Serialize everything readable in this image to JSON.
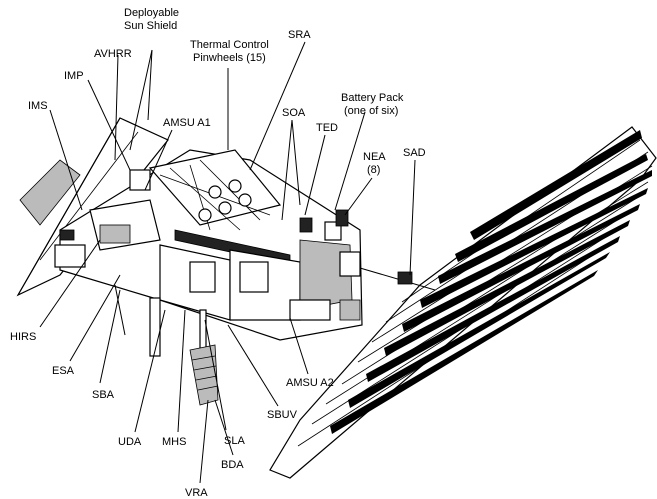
{
  "labels": {
    "deployable_sun_shield_1": "Deployable",
    "deployable_sun_shield_2": "Sun Shield",
    "thermal_control_1": "Thermal Control",
    "thermal_control_2": "Pinwheels (15)",
    "sra": "SRA",
    "avhrr": "AVHRR",
    "imp": "IMP",
    "ims": "IMS",
    "amsu_a1": "AMSU A1",
    "battery_pack_1": "Battery Pack",
    "battery_pack_2": "(one of six)",
    "soa": "SOA",
    "ted": "TED",
    "nea_1": "NEA",
    "nea_2": "(8)",
    "sad": "SAD",
    "hirs": "HIRS",
    "esa": "ESA",
    "sba": "SBA",
    "uda": "UDA",
    "mhs": "MHS",
    "sla": "SLA",
    "bda": "BDA",
    "vra": "VRA",
    "sbuv": "SBUV",
    "amsu_a2": "AMSU A2"
  }
}
